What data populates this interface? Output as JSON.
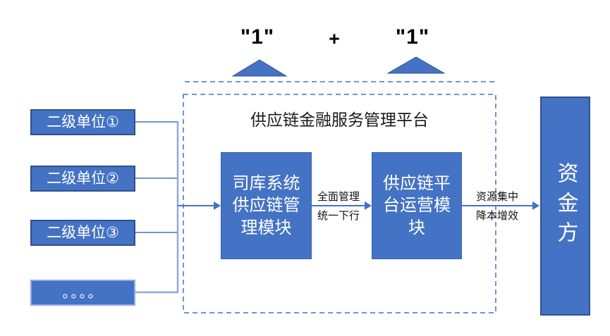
{
  "colors": {
    "box_fill": "#4472C4",
    "box_border": "#2F528F",
    "light_border": "#8FAADC",
    "dashed_line": "#4472C4",
    "connector": "#4472C4",
    "collector": "#8FAADC",
    "box_text": "#FFFFFF",
    "label_text": "#000000"
  },
  "header": {
    "one_left": "\"1\"",
    "plus": "+",
    "one_right": "\"1\""
  },
  "left_units": {
    "items": [
      {
        "label": "二级单位①"
      },
      {
        "label": "二级单位②"
      },
      {
        "label": "二级单位③"
      },
      {
        "label": "。。。。"
      }
    ]
  },
  "platform": {
    "title": "供应链金融服务管理平台",
    "modules": [
      {
        "label": "司库系统供应链管理模块"
      },
      {
        "label": "供应链平台运营模块"
      }
    ]
  },
  "flows": {
    "arrow1": {
      "label_top": "全面管理",
      "label_bottom": "统一下行"
    },
    "arrow2": {
      "label_top": "资源集中",
      "label_bottom": "降本增效"
    }
  },
  "funder": {
    "label": "资金方"
  }
}
